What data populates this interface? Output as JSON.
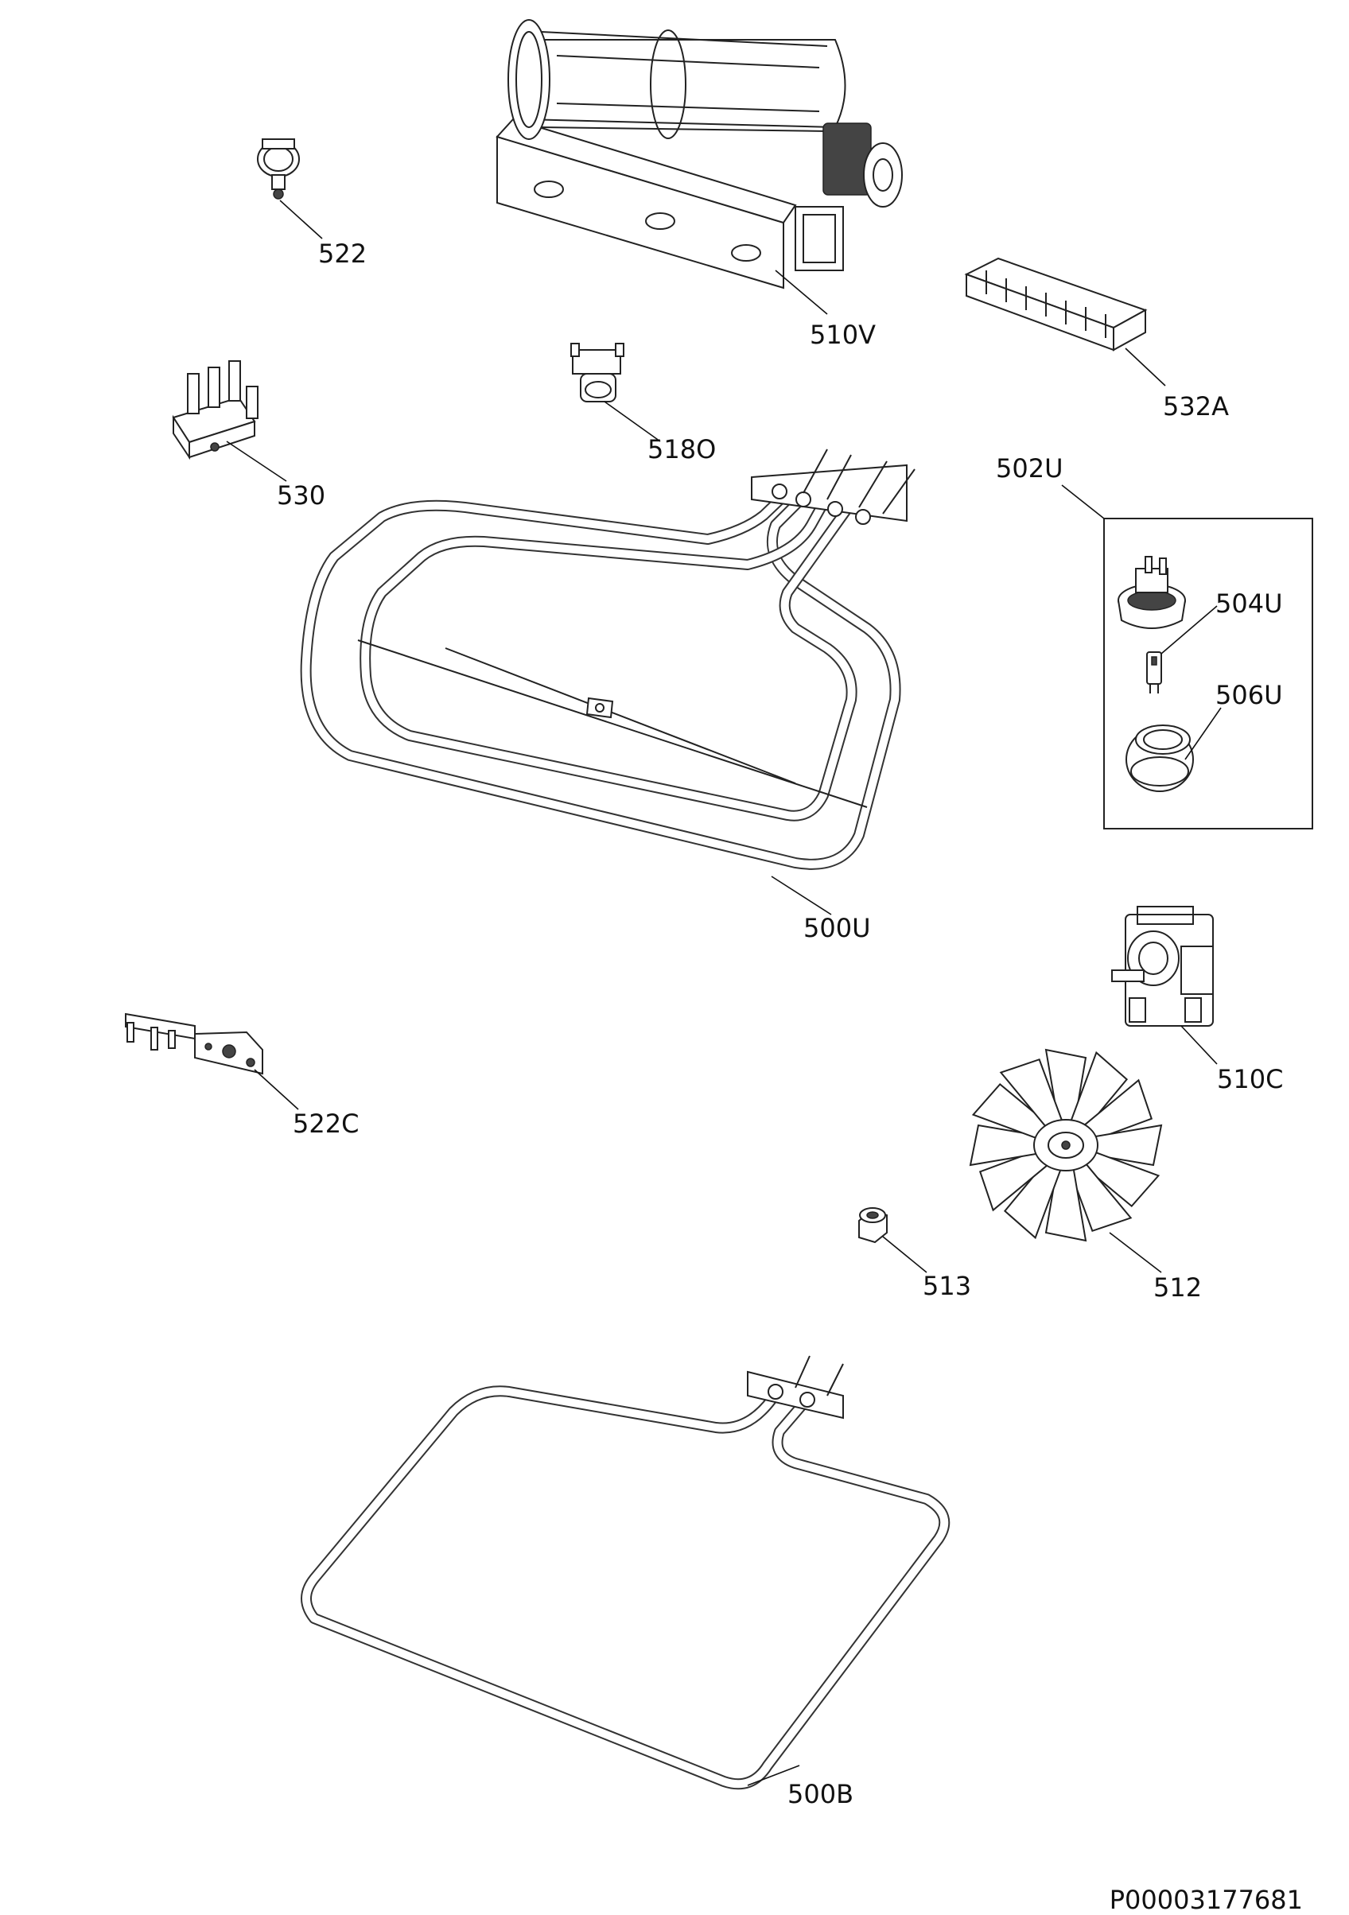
{
  "diagram": {
    "document_id": "P00003177681",
    "parts": [
      {
        "id": "p522",
        "label": "522",
        "icon": "cable-clamp-icon"
      },
      {
        "id": "p510V",
        "label": "510V",
        "icon": "tangential-fan-icon"
      },
      {
        "id": "p532A",
        "label": "532A",
        "icon": "connector-block-icon"
      },
      {
        "id": "p530",
        "label": "530",
        "icon": "terminal-block-icon"
      },
      {
        "id": "p518O",
        "label": "518O",
        "icon": "thermostat-icon"
      },
      {
        "id": "p502U",
        "label": "502U",
        "icon": "oven-lamp-assembly-icon"
      },
      {
        "id": "p504U",
        "label": "504U",
        "icon": "lamp-bulb-icon"
      },
      {
        "id": "p506U",
        "label": "506U",
        "icon": "lamp-cover-icon"
      },
      {
        "id": "p500U",
        "label": "500U",
        "icon": "upper-heating-element-icon"
      },
      {
        "id": "p510C",
        "label": "510C",
        "icon": "fan-motor-icon"
      },
      {
        "id": "p522C",
        "label": "522C",
        "icon": "door-switch-icon"
      },
      {
        "id": "p513",
        "label": "513",
        "icon": "nut-icon"
      },
      {
        "id": "p512",
        "label": "512",
        "icon": "fan-blade-icon"
      },
      {
        "id": "p500B",
        "label": "500B",
        "icon": "lower-heating-element-icon"
      }
    ]
  }
}
